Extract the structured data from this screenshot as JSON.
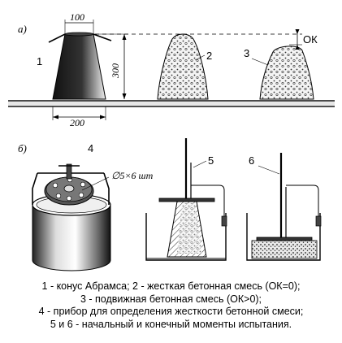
{
  "labels": {
    "part_a": "а)",
    "part_b": "б)",
    "item_1": "1",
    "item_2": "2",
    "item_3": "3",
    "item_4": "4",
    "item_5": "5",
    "item_6": "6",
    "ok": "ОК",
    "dim_top": "100",
    "dim_height": "300",
    "dim_bottom": "200",
    "holes": "∅5×6 шт"
  },
  "caption": [
    "1 - конус Абрамса;  2 - жесткая бетонная смесь (ОК=0);",
    "3 - подвижная бетонная смесь (ОК>0);",
    "4 - прибор для определения жесткости бетонной смеси;",
    "5 и 6 - начальный и  конечный моменты испытания."
  ],
  "colors": {
    "ink": "#000000",
    "cone_dark": "#1a1a1a",
    "fill_light": "#f2f2f2"
  }
}
